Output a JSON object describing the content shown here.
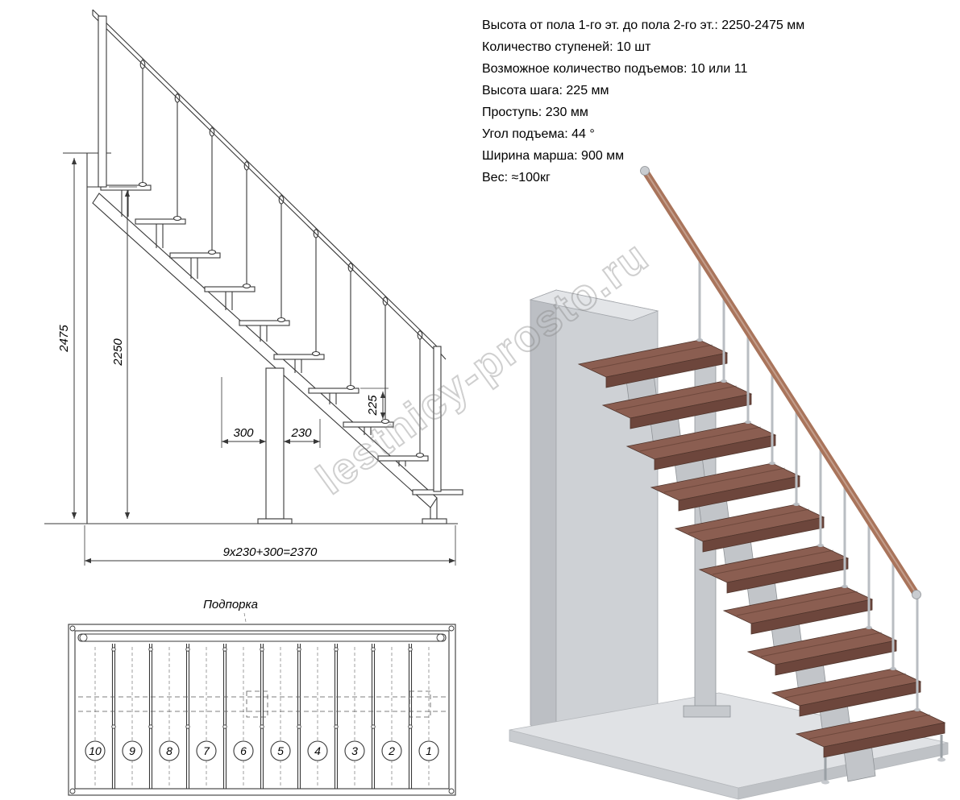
{
  "specs": {
    "lines": [
      "Высота от пола 1-го эт. до пола 2-го эт.: 2250-2475 мм",
      "Количество ступеней: 10 шт",
      "Возможное количество подъемов: 10 или 11",
      "Высота шага: 225 мм",
      "Проступь: 230 мм",
      "Угол подъема: 44 °",
      "Ширина марша: 900 мм",
      "Вес: ≈100кг"
    ]
  },
  "elevation": {
    "height_total": "2475",
    "height_floor": "2250",
    "step_rise": "225",
    "run_start": "300",
    "tread_depth": "230",
    "total_run": "9x230+300=2370"
  },
  "plan": {
    "support_label": "Подпорка",
    "steps": [
      "10",
      "9",
      "8",
      "7",
      "6",
      "5",
      "4",
      "3",
      "2",
      "1"
    ]
  },
  "watermark": {
    "text": "lestnicy-prosto.ru"
  },
  "colors": {
    "line": "#383838",
    "wood": "#8b5e51",
    "wood_front": "#6d463c",
    "rail_wood": "#a9745b",
    "metal": "#c6c9cd",
    "wall": "#ced1d5"
  }
}
